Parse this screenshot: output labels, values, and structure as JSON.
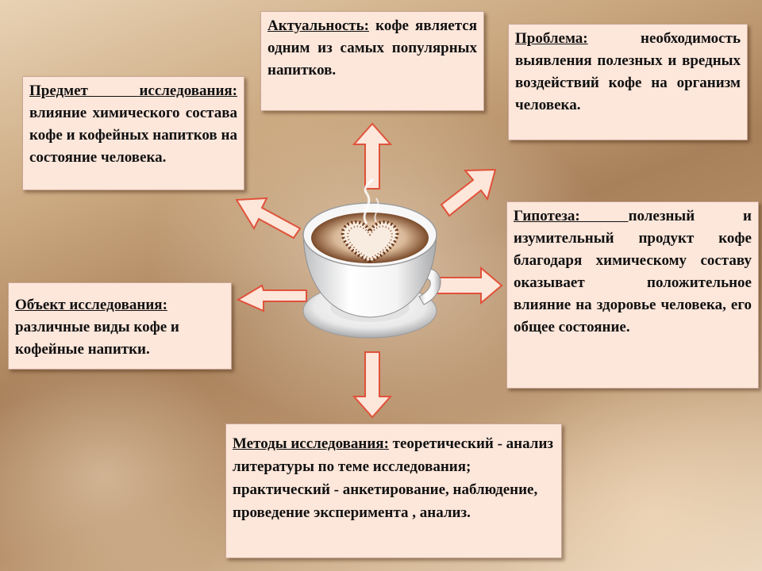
{
  "boxes": {
    "relevance": {
      "head": "Актуальность:",
      "body": " кофе является одним из самых популярных напитков."
    },
    "problem": {
      "head": "Проблема:",
      "body": " необходимость выявления полезных и вредных воздействий кофе на организм человека."
    },
    "subject": {
      "head": "Предмет исследования:",
      "body": " влияние химического состава кофе и кофейных напитков на состояние человека."
    },
    "object": {
      "head": "Объект исследования:",
      "body": " различные виды кофе и кофейные напитки."
    },
    "hypothesis": {
      "head": "Гипотеза: ",
      "body": "полезный и изумительный продукт кофе благодаря химическому составу оказывает положительное влияние на здоровье человека, его общее состояние."
    },
    "methods": {
      "head": "Методы исследования:",
      "body": " теоретический - анализ литературы по теме исследования; практический - анкетирование, наблюдение, проведение эксперимента , анализ."
    }
  },
  "colors": {
    "box_fill": "#fde6da",
    "arrow_fill": "#fde6da",
    "arrow_stroke": "#e0523a"
  },
  "icons": [
    "coffee-cup-icon",
    "arrow-up-icon",
    "arrow-up-right-icon",
    "arrow-right-icon",
    "arrow-down-icon",
    "arrow-left-icon",
    "arrow-up-left-icon"
  ]
}
